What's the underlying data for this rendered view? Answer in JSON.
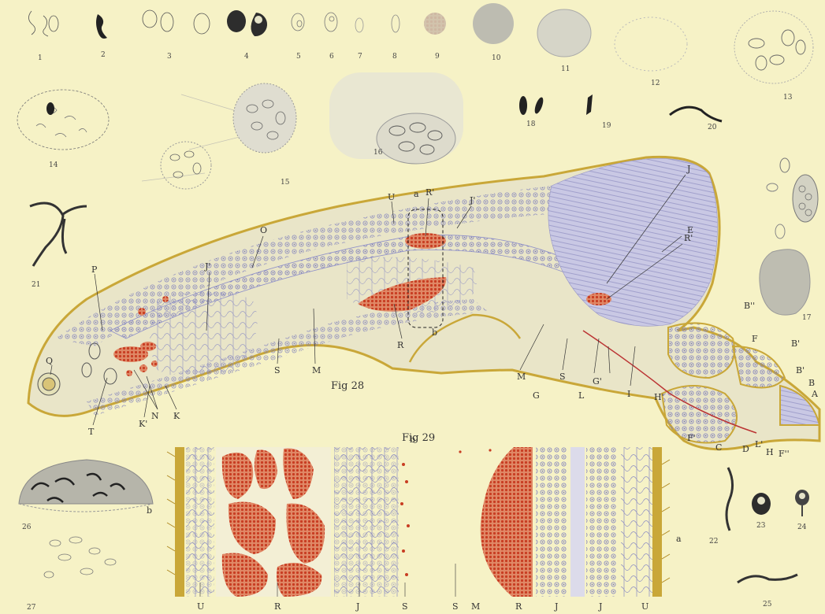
{
  "colors": {
    "paper": "#f6f2c6",
    "cuticle": "#c9a738",
    "nerve_tissue": "#8f90c9",
    "blood": "#cf4a2a",
    "ink": "#333333"
  },
  "figure_titles": {
    "fig28": "Fig 28",
    "fig29": "Fig 29"
  },
  "small_figure_numbers": [
    "1",
    "2",
    "3",
    "4",
    "5",
    "6",
    "7",
    "8",
    "9",
    "10",
    "11",
    "12",
    "13",
    "14",
    "15",
    "16",
    "17",
    "18",
    "19",
    "20",
    "21",
    "22",
    "23",
    "24",
    "25",
    "26",
    "27"
  ],
  "fig28_labels": {
    "U": "U",
    "a": "a",
    "R1": "R'",
    "J1": "J'",
    "J": "J",
    "E": "E",
    "R2": "R'",
    "J2": "J'",
    "O": "O",
    "P": "P",
    "Q": "Q",
    "T": "T",
    "K1": "K'",
    "N": "N",
    "K": "K",
    "S": "S",
    "M": "M",
    "R": "R",
    "b": "b",
    "M2": "M",
    "G": "G",
    "S2": "S",
    "L": "L",
    "G1": "G'",
    "I": "I",
    "H1": "H'",
    "B2": "B''",
    "F": "F",
    "B1": "B'",
    "B1b": "B'",
    "B": "B",
    "A": "A",
    "F1": "F'",
    "C": "C",
    "D": "D",
    "L1": "L'",
    "H": "H",
    "F2": "F''"
  },
  "fig29_labels": {
    "U": "U",
    "R": "R",
    "J": "J",
    "S": "S",
    "S2": "S",
    "M": "M",
    "R2": "R",
    "J2": "J",
    "J3": "J",
    "U2": "U",
    "a": "a",
    "b": "b"
  },
  "side_labels": {
    "b26": "b"
  }
}
